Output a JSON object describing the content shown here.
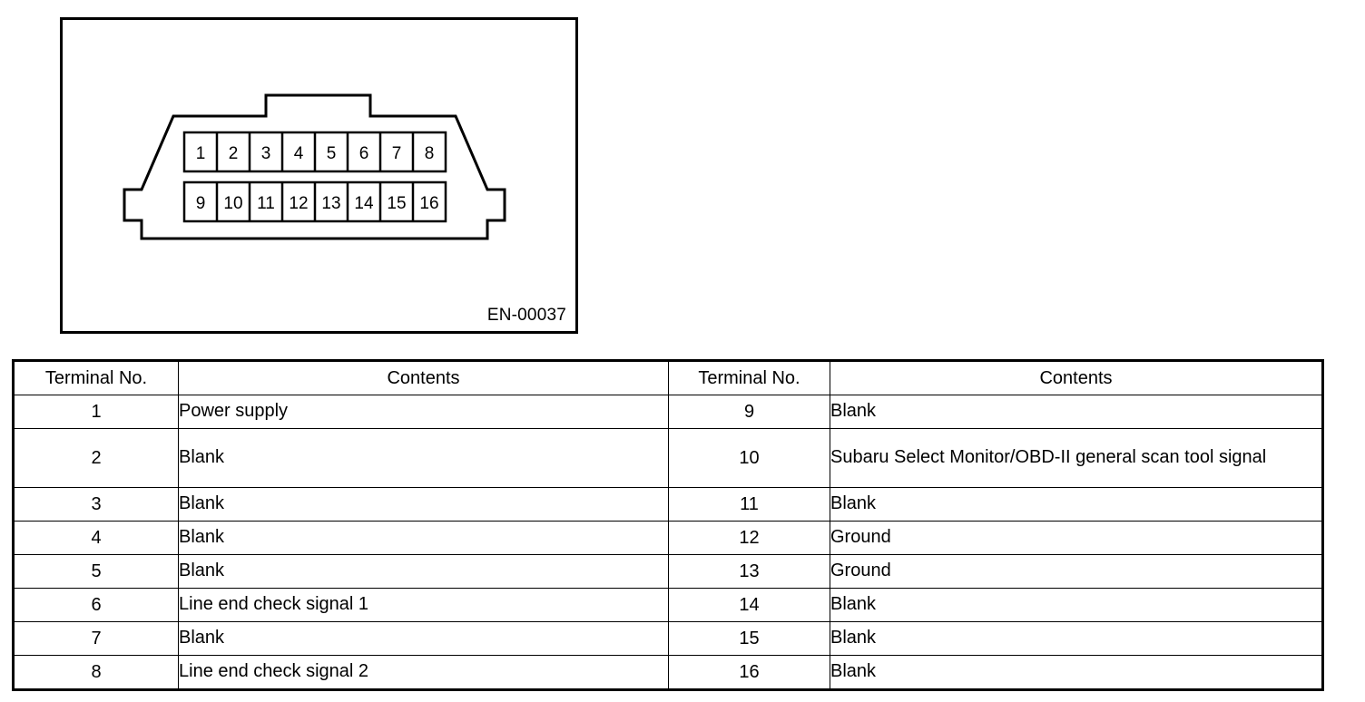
{
  "figure": {
    "code_label": "EN-00037",
    "connector": {
      "name": "data-link-connector",
      "pins_top_row": [
        "1",
        "2",
        "3",
        "4",
        "5",
        "6",
        "7",
        "8"
      ],
      "pins_bottom_row": [
        "9",
        "10",
        "11",
        "12",
        "13",
        "14",
        "15",
        "16"
      ]
    }
  },
  "table": {
    "headers": {
      "terminal_no": "Terminal No.",
      "contents": "Contents"
    },
    "rows": [
      {
        "left_no": "1",
        "left_contents": "Power supply",
        "right_no": "9",
        "right_contents": "Blank",
        "tall": false
      },
      {
        "left_no": "2",
        "left_contents": "Blank",
        "right_no": "10",
        "right_contents": "Subaru Select Monitor/OBD-II general scan tool signal",
        "tall": true
      },
      {
        "left_no": "3",
        "left_contents": "Blank",
        "right_no": "11",
        "right_contents": "Blank",
        "tall": false
      },
      {
        "left_no": "4",
        "left_contents": "Blank",
        "right_no": "12",
        "right_contents": "Ground",
        "tall": false
      },
      {
        "left_no": "5",
        "left_contents": "Blank",
        "right_no": "13",
        "right_contents": "Ground",
        "tall": false
      },
      {
        "left_no": "6",
        "left_contents": "Line end check signal 1",
        "right_no": "14",
        "right_contents": "Blank",
        "tall": false
      },
      {
        "left_no": "7",
        "left_contents": "Blank",
        "right_no": "15",
        "right_contents": "Blank",
        "tall": false
      },
      {
        "left_no": "8",
        "left_contents": "Line end check signal 2",
        "right_no": "16",
        "right_contents": "Blank",
        "tall": false
      }
    ]
  },
  "colors": {
    "ink": "#000000",
    "paper": "#ffffff"
  }
}
